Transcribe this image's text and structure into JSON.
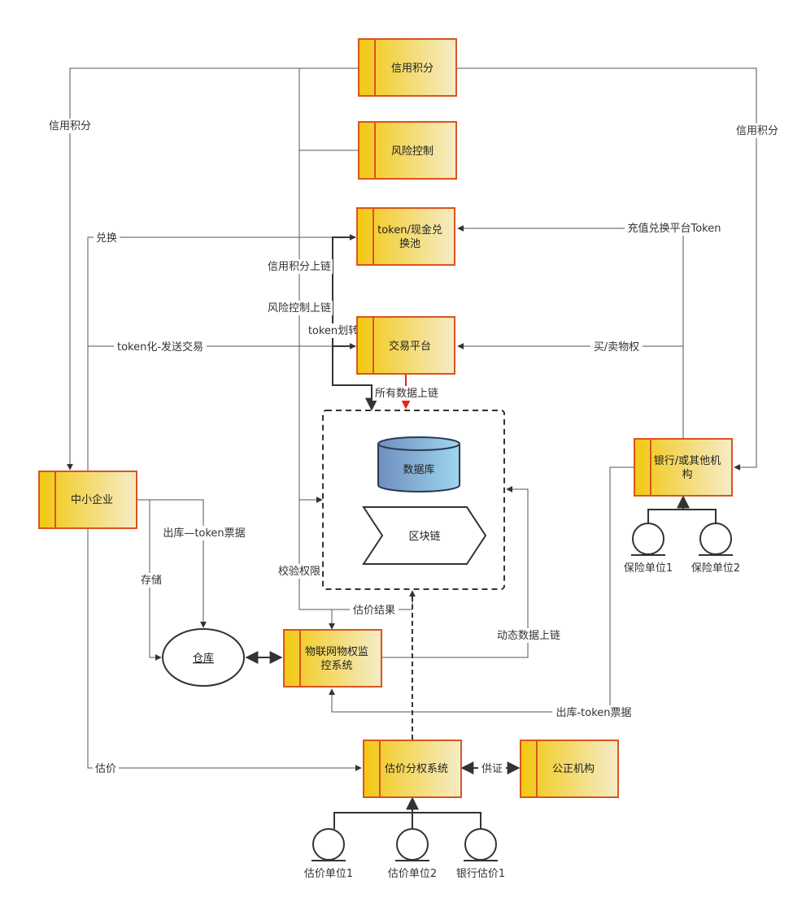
{
  "nodes": {
    "credit": "信用积分",
    "risk": "风险控制",
    "pool": "token/现金兑\n换池",
    "exchange": "交易平台",
    "sme": "中小企业",
    "bank": "银行/或其他机\n构",
    "iot": "物联网物权监\n控系统",
    "valuation": "估价分权系统",
    "notary": "公正机构",
    "warehouse": "仓库",
    "database": "数据库",
    "blockchain": "区块链",
    "insurer1": "保险单位1",
    "insurer2": "保险单位2",
    "appraiser1": "估价单位1",
    "appraiser2": "估价单位2",
    "bank_appraiser": "银行估价1"
  },
  "edges": {
    "credit_left": "信用积分",
    "credit_right": "信用积分",
    "swap": "兑换",
    "recharge": "充值兑换平台Token",
    "credit_onchain": "信用积分上链",
    "risk_onchain": "风险控制上链",
    "token_transfer": "token划转",
    "tokenize": "token化-发送交易",
    "buy_sell": "买/卖物权",
    "all_data": "所有数据上链",
    "outbound_token": "出库—token票据",
    "storage": "存储",
    "verify": "校验权限",
    "valuation_result": "估价结果",
    "dynamic_data": "动态数据上链",
    "outbound_token2": "出库-token票据",
    "appraise": "估价",
    "notarize": "供证"
  },
  "colors": {
    "box_fill_start": "#f2c811",
    "box_fill_end": "#f5ecc8",
    "box_border": "#d9541e",
    "db_fill_start": "#6f8fbf",
    "db_fill_end": "#9fd6ee",
    "arrow_red": "#e8231a"
  }
}
